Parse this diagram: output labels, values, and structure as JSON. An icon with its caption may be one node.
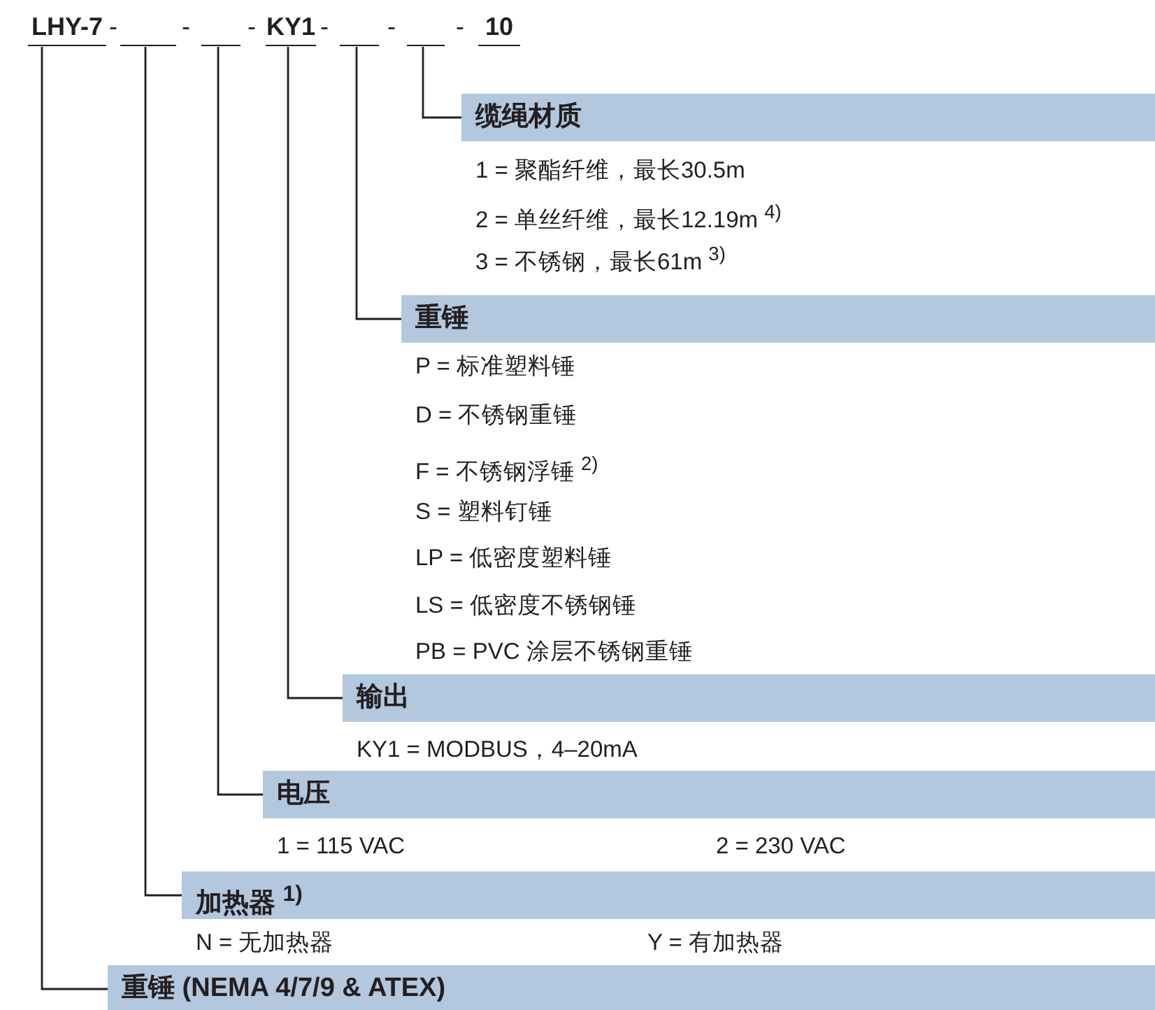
{
  "diagram": {
    "nodes": [
      {
        "text": [
          "LHY-7"
        ]
      },
      {
        "text": [],
        "shape": "bar"
      },
      {
        "text": [],
        "shape": "bar"
      },
      {
        "text": [
          "KY1"
        ]
      },
      {
        "text": [],
        "shape": "bar"
      },
      {
        "text": [],
        "shape": "bar"
      },
      {
        "text": [
          "10"
        ]
      },
      {
        "text": [
          "缆绳材质"
        ],
        "beside": [
          "1 = 聚酯纤维，最长30.5m",
          "2 = 单丝纤维，最长12.19m $^{4)}$",
          "3 = 不锈钢，最长61m $^{3)}$"
        ]
      },
      {
        "text": [
          "重锤"
        ],
        "beside": [
          "P = 标准塑料锤",
          "D = 不锈钢重锤",
          "F = 不锈钢浮锤 $^{2)}$",
          "S = 塑料钉锤",
          "LP = 低密度塑料锤",
          "LS = 低密度不锈钢锤",
          "PB = PVC 涂层不锈钢重锤"
        ]
      },
      {
        "text": [
          "输出"
        ],
        "beside": [
          "KY1 = MODBUS，4–20mA"
        ]
      },
      {
        "text": [
          "电压"
        ],
        "beside": [
          "1 = 115 VAC",
          "2 = 230 VAC"
        ]
      },
      {
        "text": [
          "加热器 $^{1)}$"
        ],
        "beside": [
          "N = 无加热器",
          "Y = 有加热器"
        ]
      },
      {
        "text": [
          "重锤 (NEMA 4/7/9 & ATEX)"
        ]
      }
    ],
    "edges": [
      {
        "from": 5,
        "to": 7,
        "arrow": "none"
      },
      {
        "from": 4,
        "to": 8,
        "arrow": "none"
      },
      {
        "from": 3,
        "to": 9,
        "arrow": "none"
      },
      {
        "from": 2,
        "to": 10,
        "arrow": "none"
      },
      {
        "from": 1,
        "to": 11,
        "arrow": "none"
      },
      {
        "from": 0,
        "to": 12,
        "arrow": "none"
      }
    ],
    "labels": [
      "-",
      "-",
      "-",
      "-",
      "-",
      "-"
    ]
  }
}
